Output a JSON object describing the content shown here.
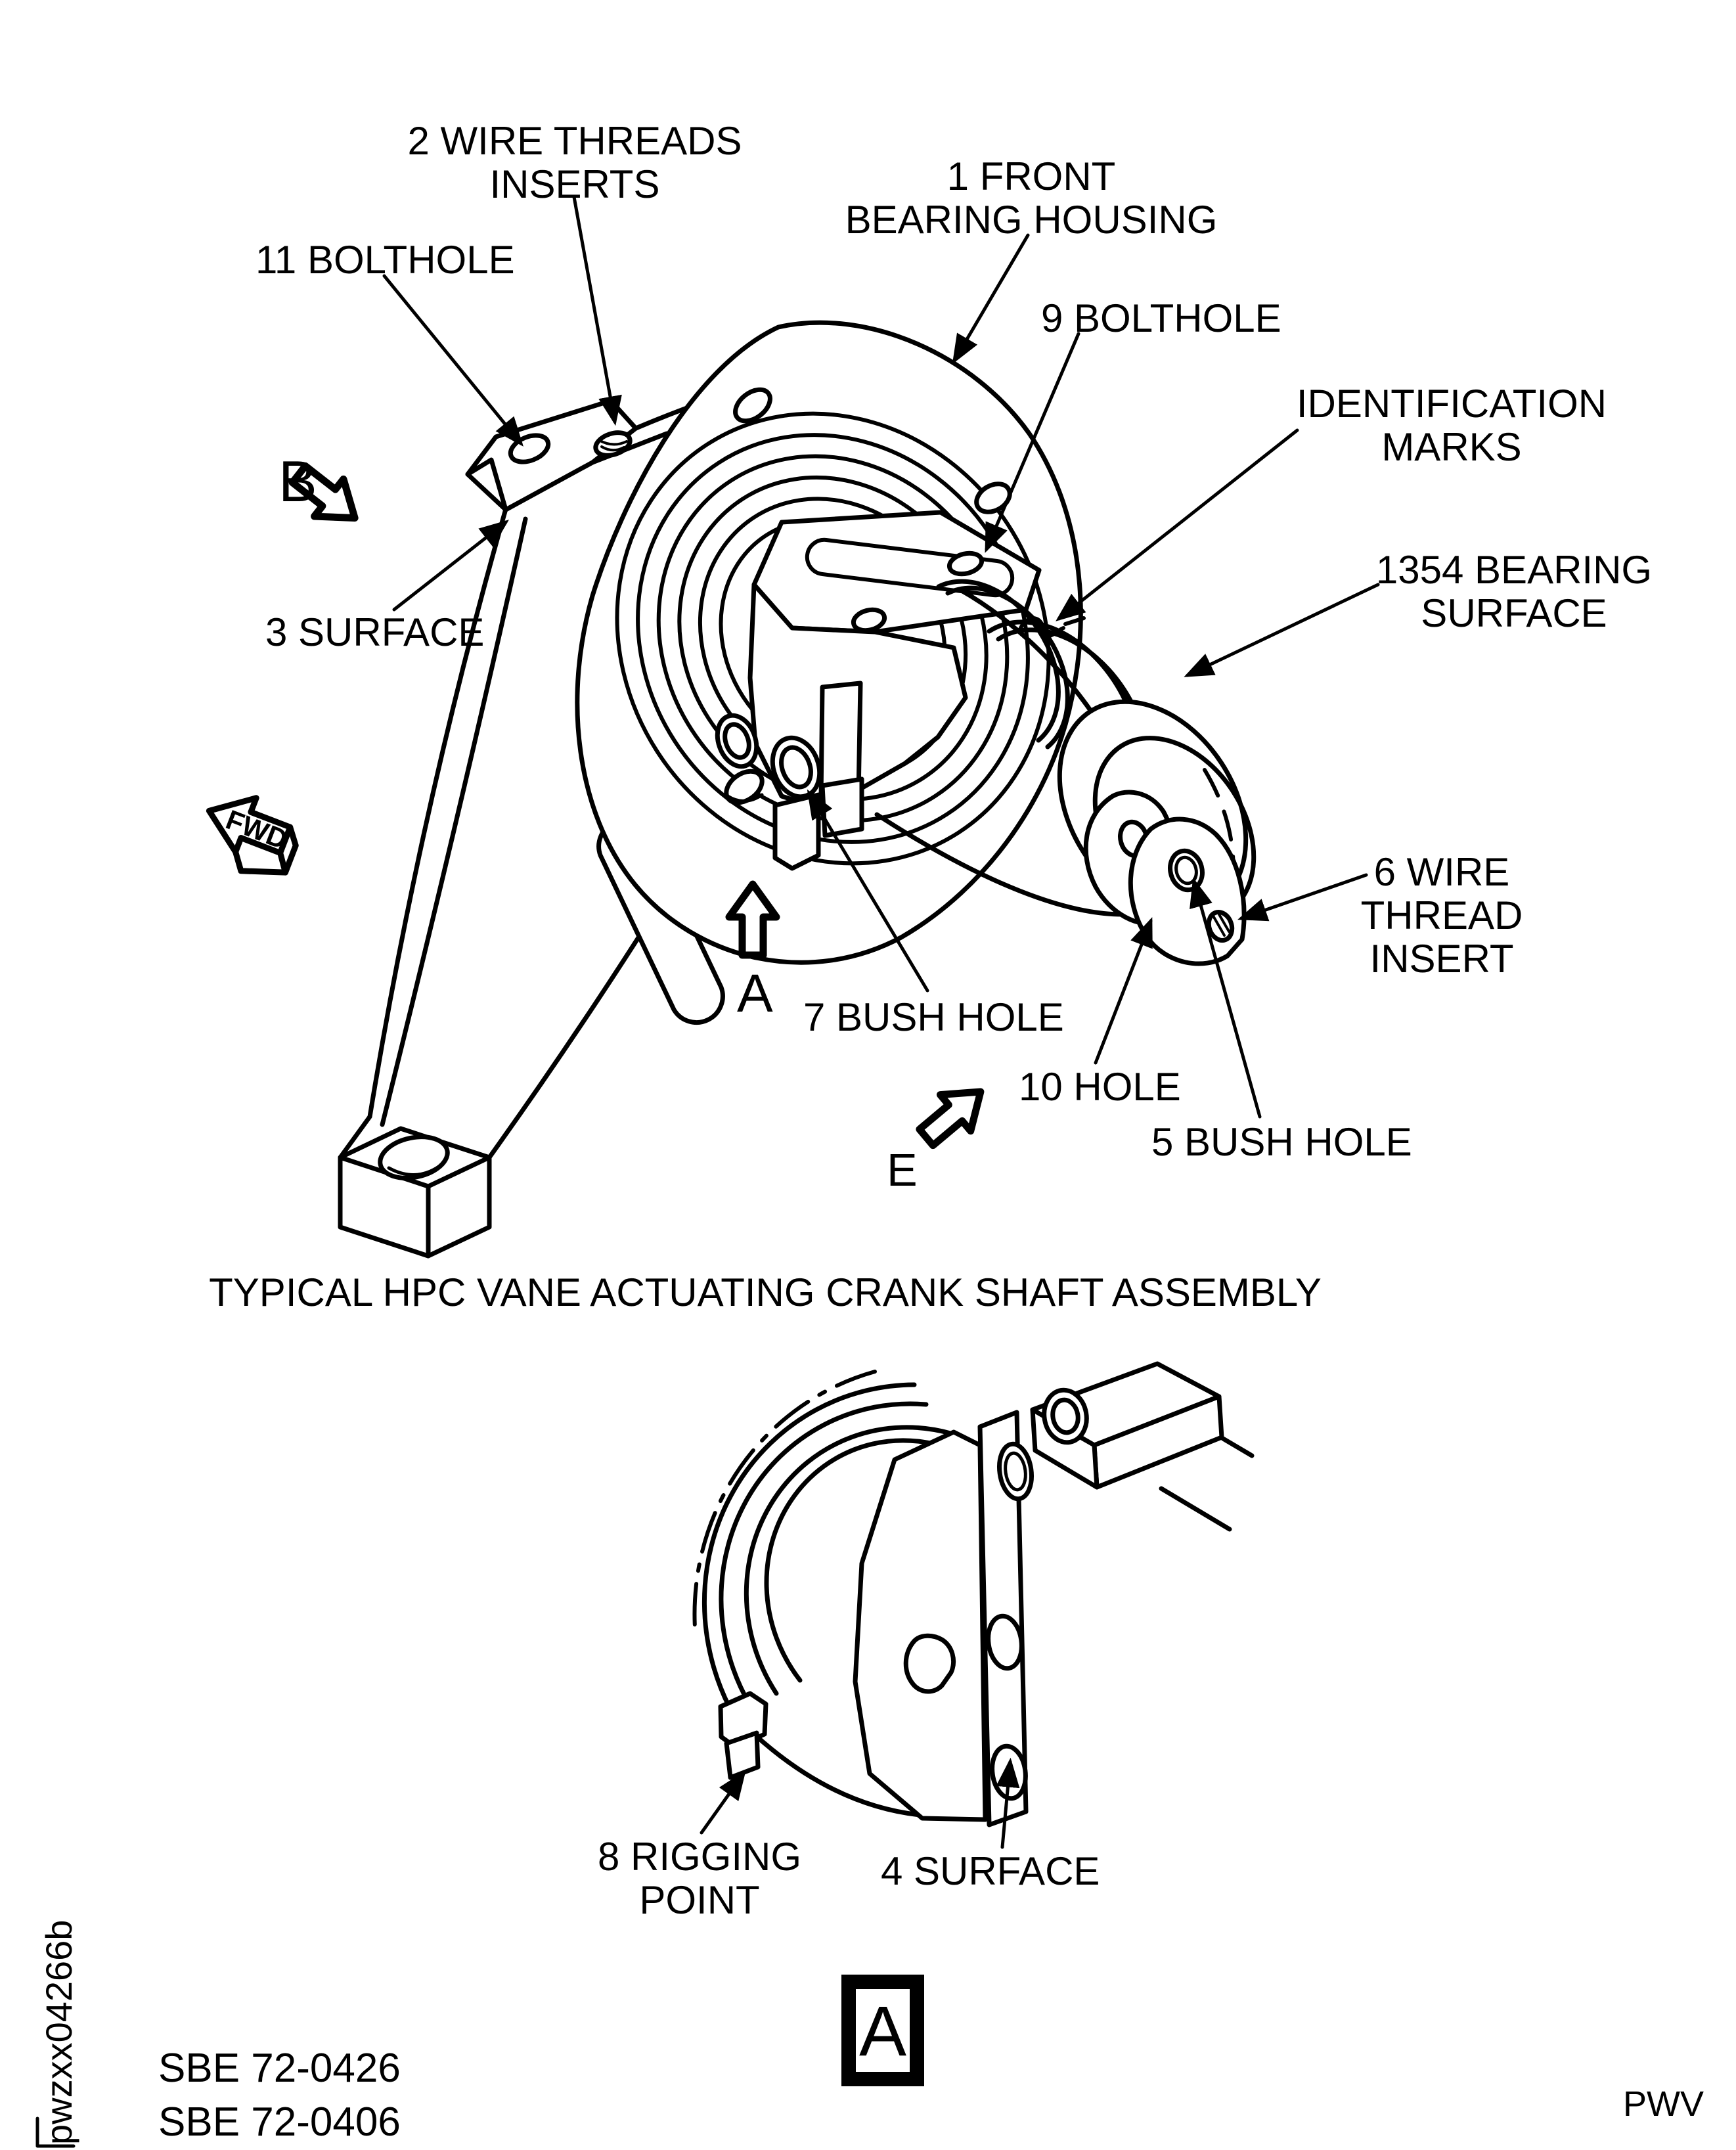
{
  "figure": {
    "main_caption": "TYPICAL HPC VANE ACTUATING CRANK SHAFT ASSEMBLY",
    "callouts": {
      "wire_threads_inserts": "2 WIRE THREADS\nINSERTS",
      "front_bearing_housing": "1 FRONT\nBEARING HOUSING",
      "bolthole_11": "11 BOLTHOLE",
      "bolthole_9": "9 BOLTHOLE",
      "identification_marks": "IDENTIFICATION\nMARKS",
      "bearing_surface_1354": "1354 BEARING\nSURFACE",
      "surface_3": "3 SURFACE",
      "wire_thread_insert_6": "6 WIRE\nTHREAD\nINSERT",
      "bush_hole_7": "7 BUSH HOLE",
      "hole_10": "10 HOLE",
      "bush_hole_5": "5 BUSH HOLE",
      "rigging_point_8": "8 RIGGING\nPOINT",
      "surface_4": "4 SURFACE"
    },
    "view_letters": {
      "b": "B",
      "a": "A",
      "e": "E",
      "detail_box": "A"
    },
    "fwd_label": "FWD",
    "footer": {
      "ref_1": "SBE 72-0426",
      "ref_2": "SBE 72-0406",
      "drawing_id": "pwzxx04266b",
      "publisher": "PWV"
    }
  }
}
